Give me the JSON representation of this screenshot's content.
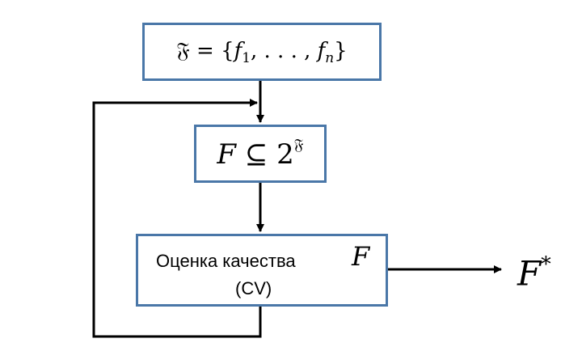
{
  "diagram": {
    "nodes": {
      "feature_set": {
        "frak_symbol": "𝔉",
        "equals": " = {",
        "f1_base": "f",
        "f1_sub": "1",
        "dots": ", . . . , ",
        "fn_base": "f",
        "fn_sub": "n",
        "close": "}"
      },
      "subset": {
        "F": "F",
        "op": " ⊆ ",
        "base": "2",
        "sup": "𝔉"
      },
      "evaluation": {
        "label": "Оценка качества",
        "F": "F",
        "method": "(CV)"
      }
    },
    "output": {
      "F": "F",
      "star": "*"
    },
    "colors": {
      "box_border": "#4a77a8",
      "arrows": "#000000"
    }
  }
}
